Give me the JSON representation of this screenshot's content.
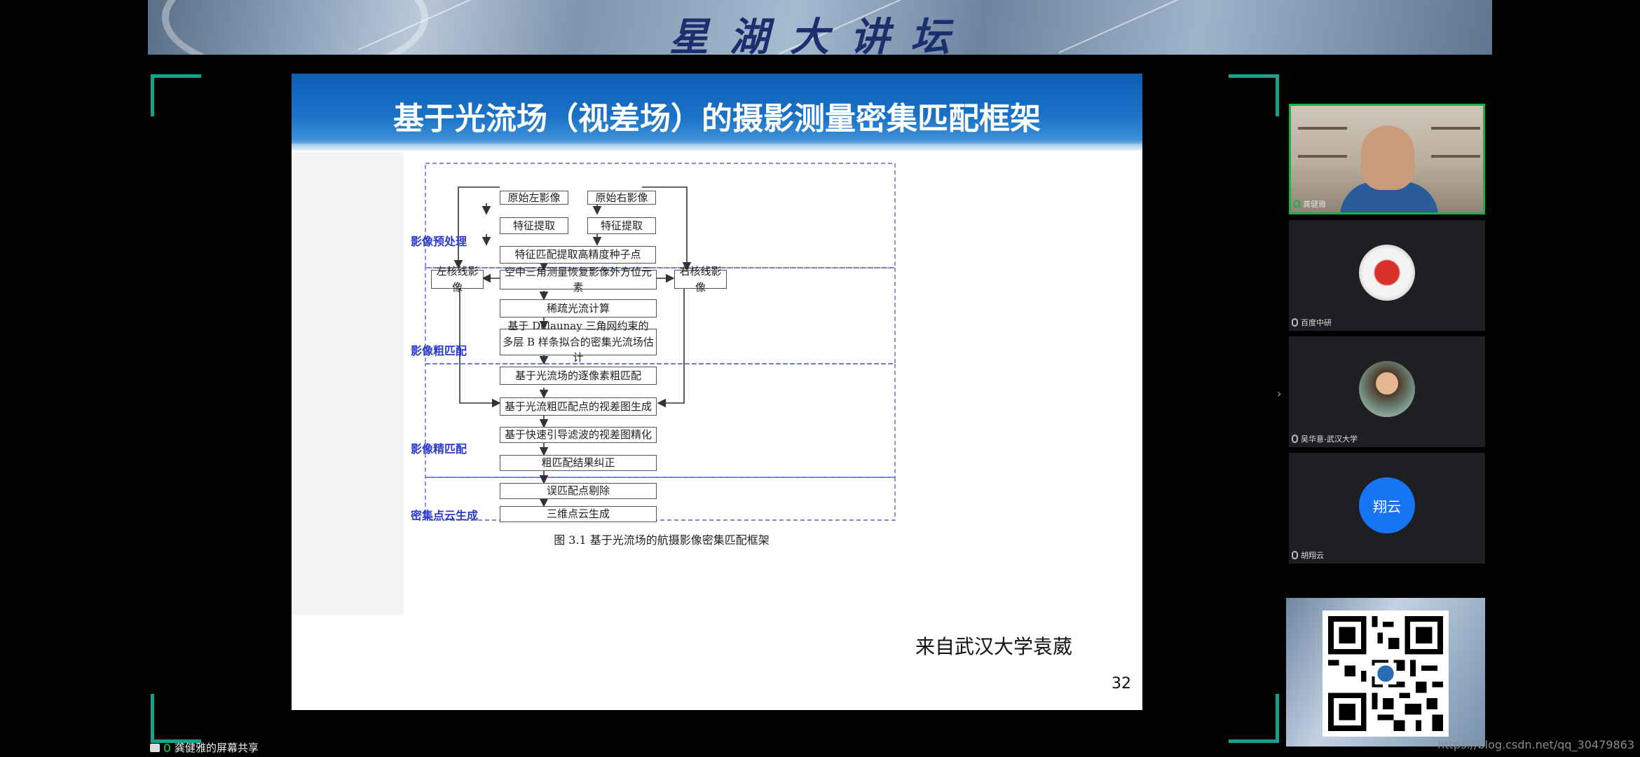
{
  "banner": {
    "title": "星湖大讲坛"
  },
  "slide": {
    "title": "基于光流场（视差场）的摄影测量密集匹配框架",
    "source_note": "来自武汉大学袁葳",
    "page_number": "32",
    "caption": "图 3.1  基于光流场的航摄影像密集匹配框架",
    "stages": [
      "影像预处理",
      "影像粗匹配",
      "影像精匹配",
      "密集点云生成"
    ],
    "boxes": {
      "left_raw": "原始左影像",
      "right_raw": "原始右影像",
      "feat_left": "特征提取",
      "feat_right": "特征提取",
      "feat_match": "特征匹配提取高精度种子点",
      "left_epi": "左核线影像",
      "aero_tri": "空中三角测量恢复影像外方位元素",
      "right_epi": "右核线影像",
      "sparse_flow": "稀疏光流计算",
      "delaunay_line1": "基于 Delaunay 三角网约束的",
      "delaunay_line2": "多层 B 样条拟合的密集光流场估计",
      "pixel_coarse": "基于光流场的逐像素粗匹配",
      "disp_gen": "基于光流粗匹配点的视差图生成",
      "disp_refine": "基于快速引导滤波的视差图精化",
      "coarse_correct": "粗匹配结果纠正",
      "mismatch_remove": "误匹配点剔除",
      "point_cloud": "三维点云生成"
    }
  },
  "participants": [
    {
      "name": "龚健雅",
      "type": "camera",
      "active": true
    },
    {
      "name": "百度中研",
      "type": "avatar",
      "avatar_text": ""
    },
    {
      "name": "吴华意-武汉大学",
      "type": "avatar",
      "avatar_text": ""
    },
    {
      "name": "胡翔云",
      "type": "avatar",
      "avatar_text": "翔云"
    }
  ],
  "footer": {
    "share_label": "龚健雅的屏幕共享",
    "watermark_url": "https://blog.csdn.net/qq_30479863"
  },
  "colors": {
    "stage_label": "#2b3bd0",
    "accent_green": "#18b04c",
    "corner": "#14a38a",
    "header_blue": "#0d5db3"
  }
}
